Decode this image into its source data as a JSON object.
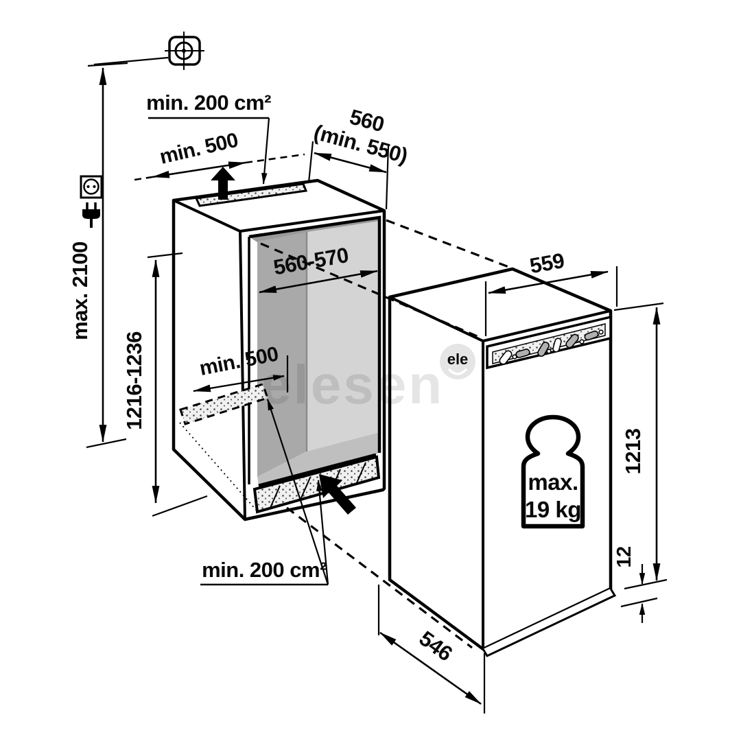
{
  "drawing": {
    "title_hidden": "",
    "watermark": {
      "text": "elesen",
      "badge_text": "ele"
    },
    "colors": {
      "line": "#000000",
      "niche_left_wall": "#a9a9a9",
      "niche_back_wall": "#d4d4d4",
      "niche_floor": "#bfbfbf",
      "niche_ceiling": "#999999",
      "watermark_gray": "#000000"
    },
    "dimensions": {
      "installation": [
        {
          "id": "top-ventilation-area",
          "label": "min. 200 cm²"
        },
        {
          "id": "top-clearance",
          "label": "min. 500"
        },
        {
          "id": "niche-depth",
          "label": "560",
          "label_min": "(min. 550)"
        },
        {
          "id": "niche-width",
          "label": "560-570"
        },
        {
          "id": "max-installation-height",
          "label": "max. 2100"
        },
        {
          "id": "niche-height",
          "label": "1216-1236"
        },
        {
          "id": "floor-clearance",
          "label": "min. 500"
        },
        {
          "id": "bottom-ventilation-area",
          "label": "min. 200 cm²"
        }
      ],
      "appliance": [
        {
          "id": "appliance-depth",
          "label": "559"
        },
        {
          "id": "appliance-height",
          "label": "1213"
        },
        {
          "id": "bottom-gap",
          "label": "12"
        },
        {
          "id": "base-depth",
          "label": "546"
        },
        {
          "id": "door-weight-line1",
          "label": "max."
        },
        {
          "id": "door-weight-line2",
          "label": "19 kg"
        }
      ]
    },
    "icons": [
      "registration-mark-icon",
      "power-socket-icon",
      "power-plug-icon",
      "airflow-up-arrow-icon",
      "airflow-in-arrow-icon",
      "weight-icon"
    ]
  }
}
